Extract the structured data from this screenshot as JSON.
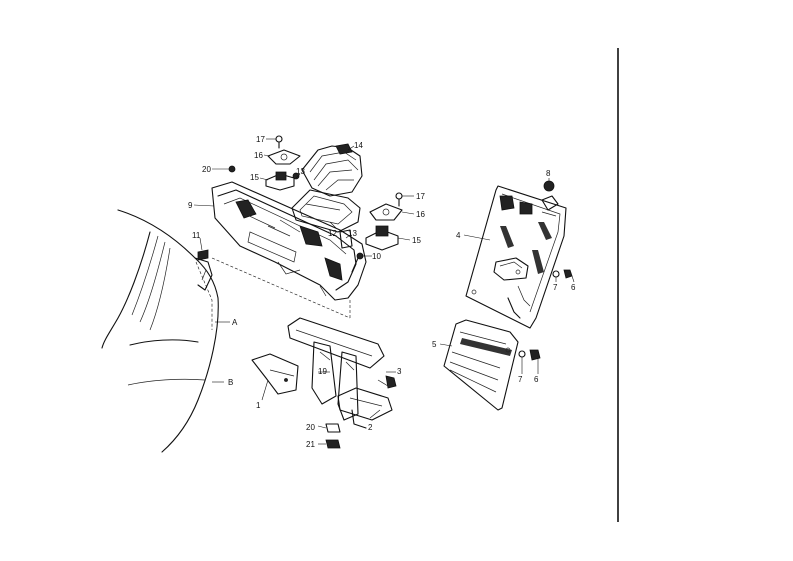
{
  "labels": {
    "p1": "1",
    "p2": "2",
    "p3": "3",
    "p4": "4",
    "p5": "5",
    "p6a": "6",
    "p6b": "6",
    "p7a": "7",
    "p7b": "7",
    "p8": "8",
    "p9": "9",
    "p10": "10",
    "p11": "11",
    "p12": "12",
    "p13": "13",
    "p13b": "13",
    "p14": "14",
    "p15a": "15",
    "p15b": "15",
    "p16a": "16",
    "p16b": "16",
    "p17a": "17",
    "p17b": "17",
    "p19": "19",
    "p20a": "20",
    "p20b": "20",
    "p21": "21",
    "pA": "A",
    "pB": "B"
  }
}
